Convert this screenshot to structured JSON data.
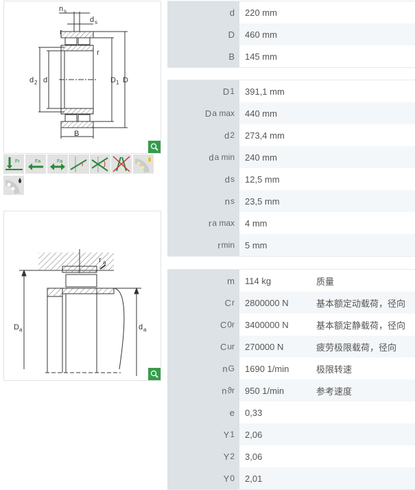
{
  "diagram1": {
    "labels": {
      "ns": "n",
      "ns_sub": "s",
      "ds": "d",
      "ds_sub": "s",
      "r1": "r",
      "r2": "r",
      "d2": "d",
      "d2_sub": "2",
      "d": "d",
      "D1": "D",
      "D1_sub": "1",
      "D": "D",
      "B": "B"
    }
  },
  "diagram2": {
    "labels": {
      "ra": "r",
      "ra_sub": "a",
      "Da": "D",
      "Da_sub": "a",
      "da": "d",
      "da_sub": "a"
    }
  },
  "icons": [
    "radial-load-icon",
    "axial-load-one-direction-icon",
    "axial-load-both-directions-icon",
    "misalignment-icon",
    "angular-adjustment-icon",
    "not-suitable-icon",
    "grease-lubrication-icon",
    "oil-lubrication-icon"
  ],
  "colors": {
    "accent": "#3a9a4a",
    "label_bg": "#dce2e6",
    "row_alt": "#f4f7f9"
  },
  "table1": [
    {
      "main": "d",
      "sub": "",
      "value": "220  mm"
    },
    {
      "main": "D",
      "sub": "",
      "value": "460  mm"
    },
    {
      "main": "B",
      "sub": "",
      "value": "145  mm"
    }
  ],
  "table2": [
    {
      "main": "D",
      "sub": "1",
      "value": "391,1  mm"
    },
    {
      "main": "D",
      "sub": "a max",
      "value": "440  mm"
    },
    {
      "main": "d",
      "sub": "2",
      "value": "273,4  mm"
    },
    {
      "main": "d",
      "sub": "a min",
      "value": "240  mm"
    },
    {
      "main": "d",
      "sub": "s",
      "value": "12,5  mm"
    },
    {
      "main": "n",
      "sub": "s",
      "value": "23,5  mm"
    },
    {
      "main": "r",
      "sub": "a max",
      "value": "4  mm"
    },
    {
      "main": "r",
      "sub": "min",
      "value": "5  mm"
    }
  ],
  "table3": [
    {
      "main": "m",
      "sub": "",
      "value": "114  kg",
      "desc": "质量"
    },
    {
      "main": "C",
      "sub": "r",
      "value": "2800000  N",
      "desc": "基本额定动载荷，径向"
    },
    {
      "main": "C",
      "sub": "0r",
      "value": "3400000  N",
      "desc": "基本额定静载荷，径向"
    },
    {
      "main": "C",
      "sub": "ur",
      "value": "270000  N",
      "desc": "疲劳极限载荷，径向"
    },
    {
      "main": "n",
      "sub": "G",
      "value": "1690  1/min",
      "desc": "极限转速"
    },
    {
      "main": "n",
      "sub": "ϑr",
      "value": "950  1/min",
      "desc": "参考速度"
    },
    {
      "main": "e",
      "sub": "",
      "value": "0,33",
      "desc": ""
    },
    {
      "main": "Y",
      "sub": "1",
      "value": "2,06",
      "desc": ""
    },
    {
      "main": "Y",
      "sub": "2",
      "value": "3,06",
      "desc": ""
    },
    {
      "main": "Y",
      "sub": "0",
      "value": "2,01",
      "desc": ""
    }
  ]
}
